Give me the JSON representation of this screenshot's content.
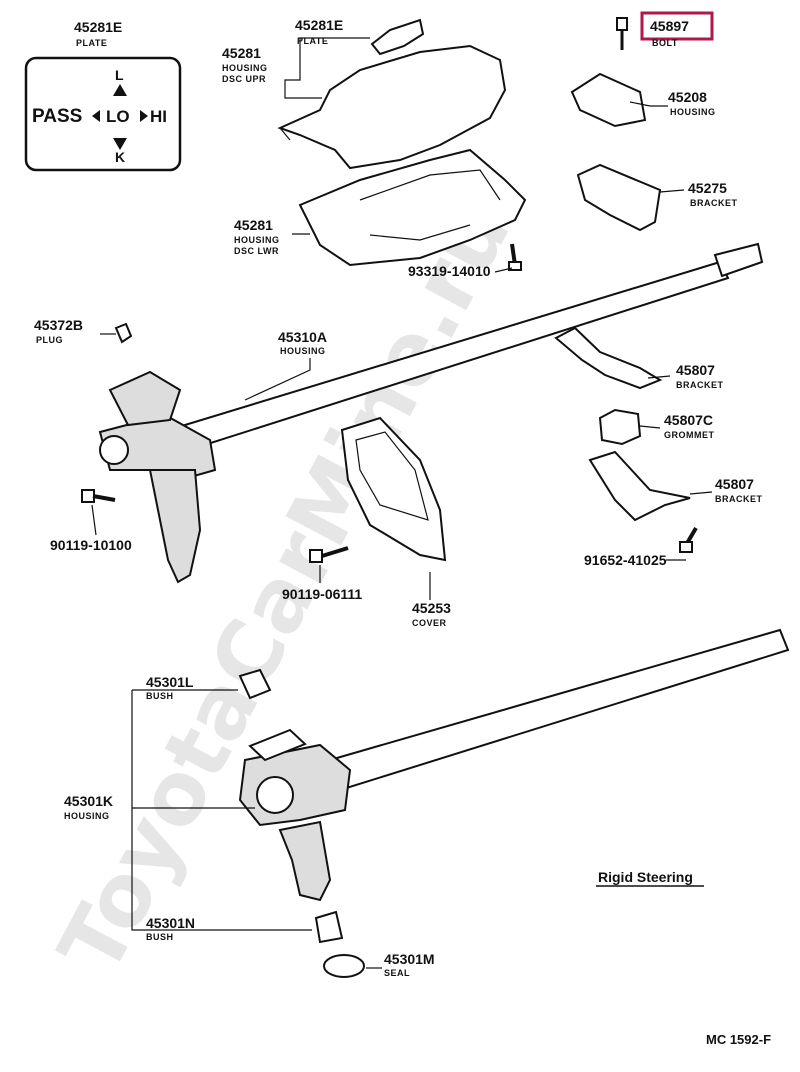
{
  "diagram": {
    "watermark": "ToyotaCarMine.ru",
    "switch_plate": {
      "pass": "PASS",
      "lo": "LO",
      "hi": "HI",
      "up": "L",
      "down": "K"
    },
    "parts": [
      {
        "number": "45281E",
        "name": "PLATE"
      },
      {
        "number": "45281E",
        "name": "PLATE"
      },
      {
        "number": "45897",
        "name": "BOLT",
        "highlighted": true
      },
      {
        "number": "45281",
        "name": "HOUSING",
        "name2": "DSC UPR"
      },
      {
        "number": "45208",
        "name": "HOUSING"
      },
      {
        "number": "45275",
        "name": "BRACKET"
      },
      {
        "number": "45281",
        "name": "HOUSING",
        "name2": "DSC LWR"
      },
      {
        "number": "93319-14010",
        "name": ""
      },
      {
        "number": "45372B",
        "name": "PLUG"
      },
      {
        "number": "45310A",
        "name": "HOUSING"
      },
      {
        "number": "45807",
        "name": "BRACKET"
      },
      {
        "number": "45807C",
        "name": "GROMMET"
      },
      {
        "number": "45807",
        "name": "BRACKET"
      },
      {
        "number": "90119-10100",
        "name": ""
      },
      {
        "number": "91652-41025",
        "name": ""
      },
      {
        "number": "90119-06111",
        "name": ""
      },
      {
        "number": "45253",
        "name": "COVER"
      },
      {
        "number": "45301L",
        "name": "BUSH"
      },
      {
        "number": "45301K",
        "name": "HOUSING"
      },
      {
        "number": "45301N",
        "name": "BUSH"
      },
      {
        "number": "45301M",
        "name": "SEAL"
      }
    ],
    "caption": "Rigid Steering",
    "code": "MC 1592-F"
  }
}
